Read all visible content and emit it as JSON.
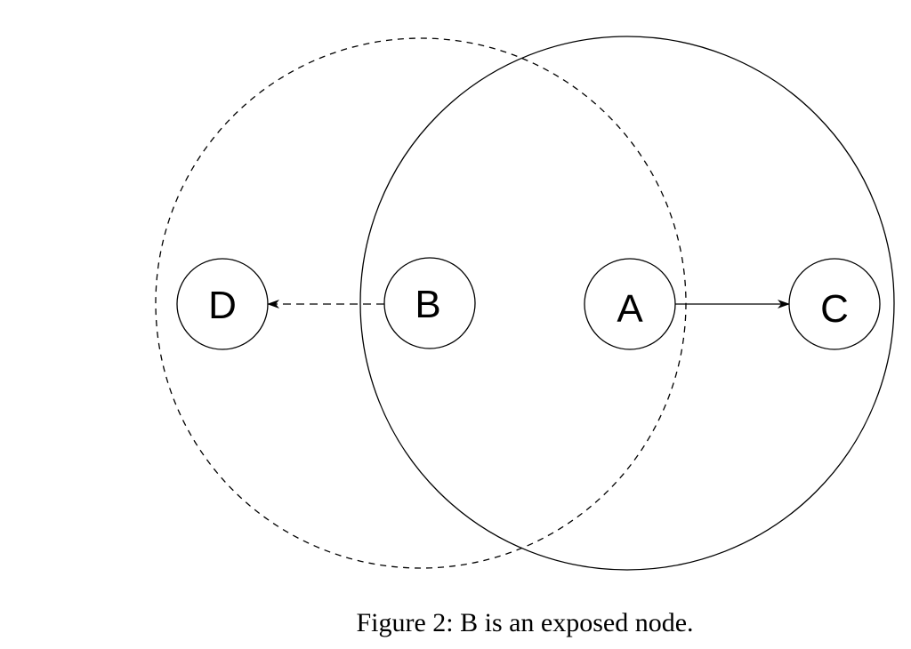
{
  "nodes": {
    "D": "D",
    "B": "B",
    "A": "A",
    "C": "C"
  },
  "caption": "Figure 2: B is an exposed node."
}
